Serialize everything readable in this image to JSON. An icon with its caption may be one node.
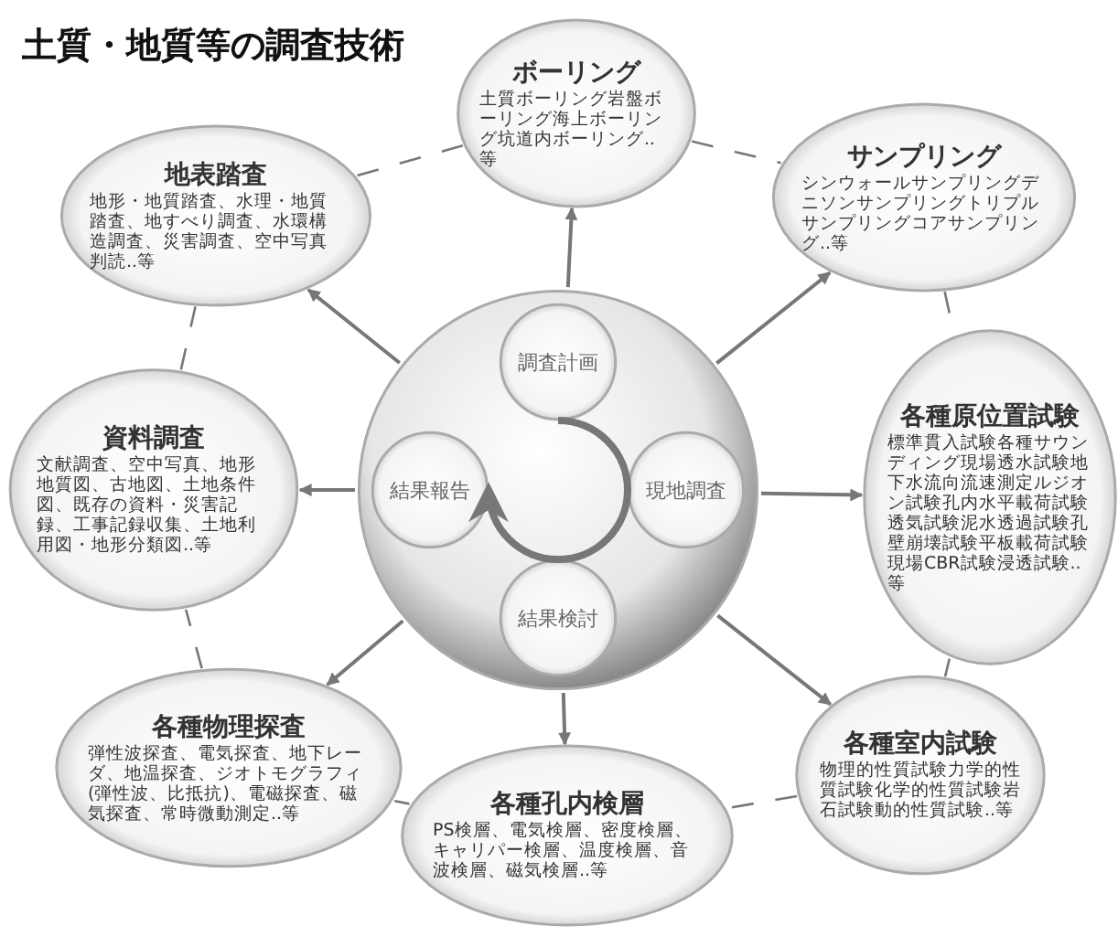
{
  "diagram": {
    "title": "土質・地質等の調査技術",
    "nodes": [
      {
        "text": [
          "ボーリング",
          "土質ボーリング岩盤ボーリング海上ボーリング坑道内ボーリング..等"
        ]
      },
      {
        "text": [
          "地表踏査",
          "地形・地質踏査、水理・地質踏査、地すべり調査、水環構造調査、災害調査、空中写真判読..等"
        ]
      },
      {
        "text": [
          "サンプリング",
          "シンウォールサンプリングデニソンサンプリングトリプルサンプリングコアサンプリング..等"
        ]
      },
      {
        "text": [],
        "shape": "circle"
      },
      {
        "text": [
          "調査計画"
        ],
        "in": 3
      },
      {
        "text": [
          "結果報告"
        ],
        "in": 3
      },
      {
        "text": [
          "現地調査"
        ],
        "in": 3
      },
      {
        "text": [
          "結果検討"
        ],
        "in": 3
      },
      {
        "text": [
          "資料調査",
          "文献調査、空中写真、地形地質図、古地図、土地条件図、既存の資料・災害記録、工事記録収集、土地利用図・地形分類図..等"
        ]
      },
      {
        "text": [
          "各種原位置試験",
          "標準貫入試験各種サウンディング現場透水試験地下水流向流速測定ルジオン試験孔内水平載荷試験透気試験泥水透過試験孔壁崩壊試験平板載荷試験現場CBR試験浸透試験..等"
        ]
      },
      {
        "text": [
          "各種物理探査",
          "弾性波探査、電気探査、地下レーダ、地温探査、ジオトモグラフィ(弾性波、比抵抗)、電磁探査、磁気探査、常時微動測定..等"
        ]
      },
      {
        "text": [
          "各種室内試験",
          "物理的性質試験力学的性質試験化学的性質試験岩石試験動的性質試験..等"
        ]
      },
      {
        "text": [
          "各種孔内検層",
          "PS検層、電気検層、密度検層、キャリパー検層、温度検層、音波検層、磁気検層..等"
        ]
      }
    ],
    "edges": [
      {
        "from": 4,
        "to": 5,
        "arrow": "to",
        "style": "thick"
      },
      {
        "from": 3,
        "to": 0,
        "arrow": "to"
      },
      {
        "from": 3,
        "to": 2,
        "arrow": "to"
      },
      {
        "from": 3,
        "to": 9,
        "arrow": "to"
      },
      {
        "from": 3,
        "to": 11,
        "arrow": "to"
      },
      {
        "from": 3,
        "to": 12,
        "arrow": "to"
      },
      {
        "from": 3,
        "to": 10,
        "arrow": "to"
      },
      {
        "from": 3,
        "to": 8,
        "arrow": "to"
      },
      {
        "from": 3,
        "to": 1,
        "arrow": "to"
      },
      {
        "from": 0,
        "to": 2,
        "arrow": "none",
        "style": "dashed"
      },
      {
        "from": 2,
        "to": 9,
        "arrow": "none",
        "style": "dashed"
      },
      {
        "from": 9,
        "to": 11,
        "arrow": "none",
        "style": "dashed"
      },
      {
        "from": 11,
        "to": 12,
        "arrow": "none",
        "style": "dashed"
      },
      {
        "from": 12,
        "to": 10,
        "arrow": "none",
        "style": "dashed"
      },
      {
        "from": 10,
        "to": 8,
        "arrow": "none",
        "style": "dashed"
      },
      {
        "from": 8,
        "to": 1,
        "arrow": "none",
        "style": "dashed"
      },
      {
        "from": 1,
        "to": 0,
        "arrow": "none",
        "style": "dashed"
      }
    ]
  }
}
